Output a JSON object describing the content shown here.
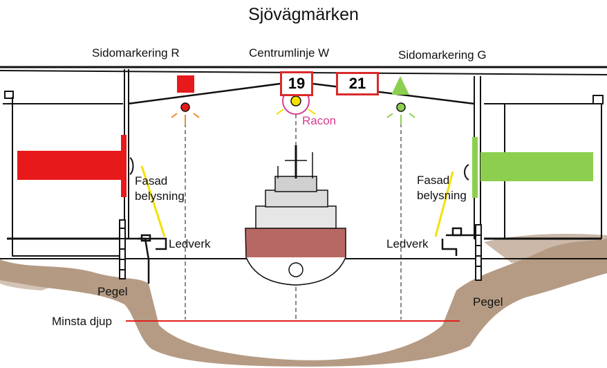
{
  "title": "Sjövägmärken",
  "labels": {
    "side_mark_red": "Sidomarkering R",
    "center_line": "Centrumlinje W",
    "side_mark_green": "Sidomarkering G",
    "racon": "Racon",
    "facade_lighting_left_1": "Fasad",
    "facade_lighting_left_2": "belysning",
    "facade_lighting_right_1": "Fasad",
    "facade_lighting_right_2": "belysning",
    "guide_left": "Ledverk",
    "guide_right": "Ledverk",
    "gauge_left": "Pegel",
    "gauge_right": "Pegel",
    "min_depth": "Minsta djup"
  },
  "signs": {
    "clearance_center": "19",
    "clearance_side": "21"
  },
  "colors": {
    "red_mark": "#e8191b",
    "green_mark": "#8ccf4e",
    "yellow_light": "#f5e000",
    "racon": "#d63c8c",
    "sign_border": "#d92a2a",
    "min_depth_line": "#e0201c",
    "seabed": "#a8896e",
    "hull_red": "#b86864"
  }
}
